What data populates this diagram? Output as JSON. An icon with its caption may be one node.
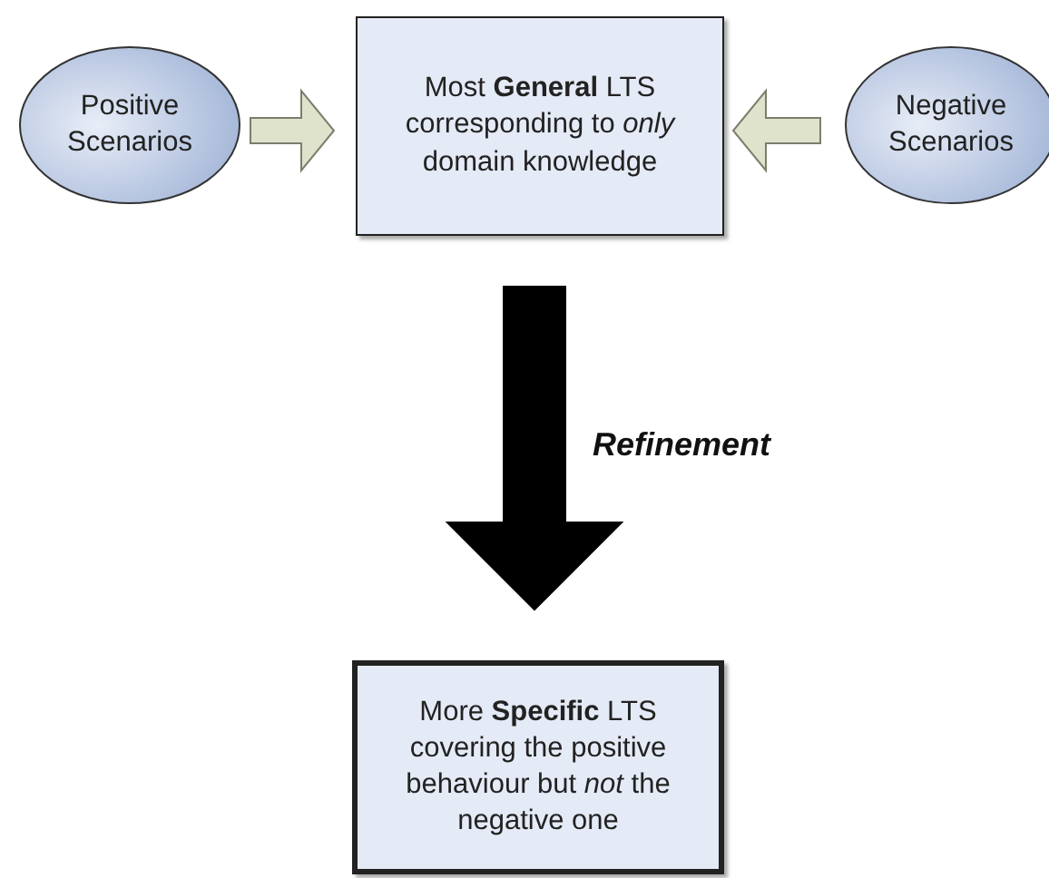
{
  "diagram": {
    "nodes": [
      {
        "text": [
          "Positive Scenarios"
        ]
      },
      {
        "text": [
          "Most **General** LTS corresponding to *only* domain knowledge"
        ]
      },
      {
        "text": [
          "Negative Scenarios"
        ]
      },
      {
        "text": [
          "More **Specific** LTS covering the positive behaviour but *not* the negative one"
        ]
      }
    ],
    "edges": [
      {
        "from": 0,
        "to": 1,
        "arrow": "to"
      },
      {
        "from": 2,
        "to": 1,
        "arrow": "to"
      },
      {
        "from": 1,
        "to": 3,
        "arrow": "to",
        "style": "thick",
        "label": "Refinement"
      }
    ]
  }
}
